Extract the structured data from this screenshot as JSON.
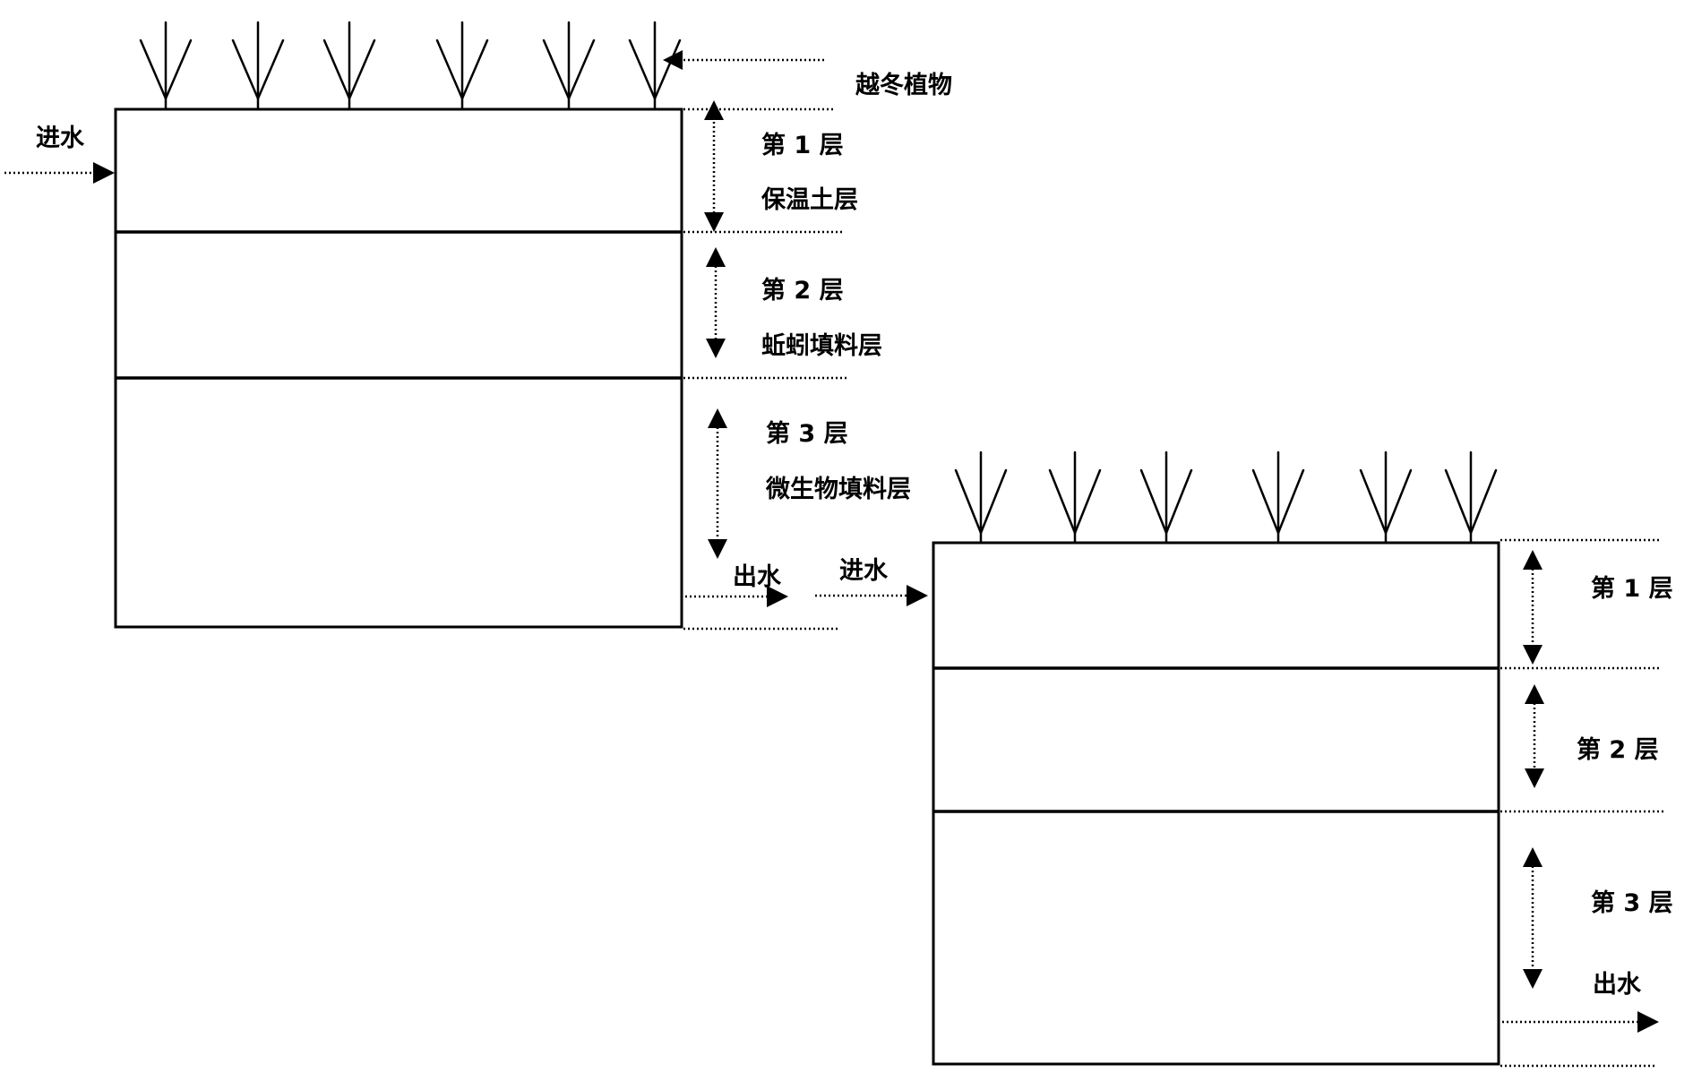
{
  "diagram_a": {
    "plant_label": "越冬植物",
    "inlet_label": "进水",
    "outlet_label": "出水",
    "layer1": {
      "name": "第 1 层",
      "material": "保温土层"
    },
    "layer2": {
      "name": "第 2 层",
      "material": "蚯蚓填料层"
    },
    "layer3": {
      "name": "第 3 层",
      "material": "微生物填料层"
    }
  },
  "diagram_b": {
    "inlet_label": "进水",
    "outlet_label": "出水",
    "layer1": {
      "name": "第 1 层"
    },
    "layer2": {
      "name": "第 2 层"
    },
    "layer3": {
      "name": "第 3 层"
    }
  },
  "colors": {
    "ink": "#000000",
    "background": "#ffffff"
  }
}
